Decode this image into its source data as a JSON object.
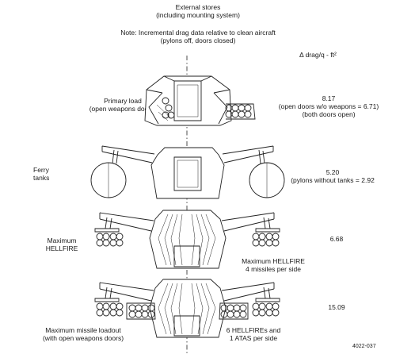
{
  "header": {
    "title": "External stores",
    "title_sub": "(including mounting system)",
    "note_line1": "Note: Incremental drag data relative to clean aircraft",
    "note_line2": "(pylons off, doors closed)",
    "drag_label": "Δ drag/q - ft²"
  },
  "configs": [
    {
      "label_lines": [
        "Primary load",
        "(open weapons doors)"
      ],
      "value": "8.17",
      "value_notes": [
        "(open doors w/o weapons = 6.71)",
        "(both doors open)"
      ]
    },
    {
      "label_lines": [
        "Ferry",
        "tanks"
      ],
      "value": "5.20",
      "value_notes": [
        "(pylons without tanks = 2.92"
      ]
    },
    {
      "label_lines": [
        "Maximum",
        "HELLFIRE"
      ],
      "value": "6.68",
      "sub_label_lines": [
        "Maximum HELLFIRE",
        "4 missiles per side"
      ]
    },
    {
      "label_lines": [
        "Maximum missile loadout",
        "(with open weapons doors)"
      ],
      "value": "15.09",
      "sub_label_lines": [
        "6 HELLFIREs and",
        "1 ATAS per side"
      ]
    }
  ],
  "figure_id": "4022-037"
}
